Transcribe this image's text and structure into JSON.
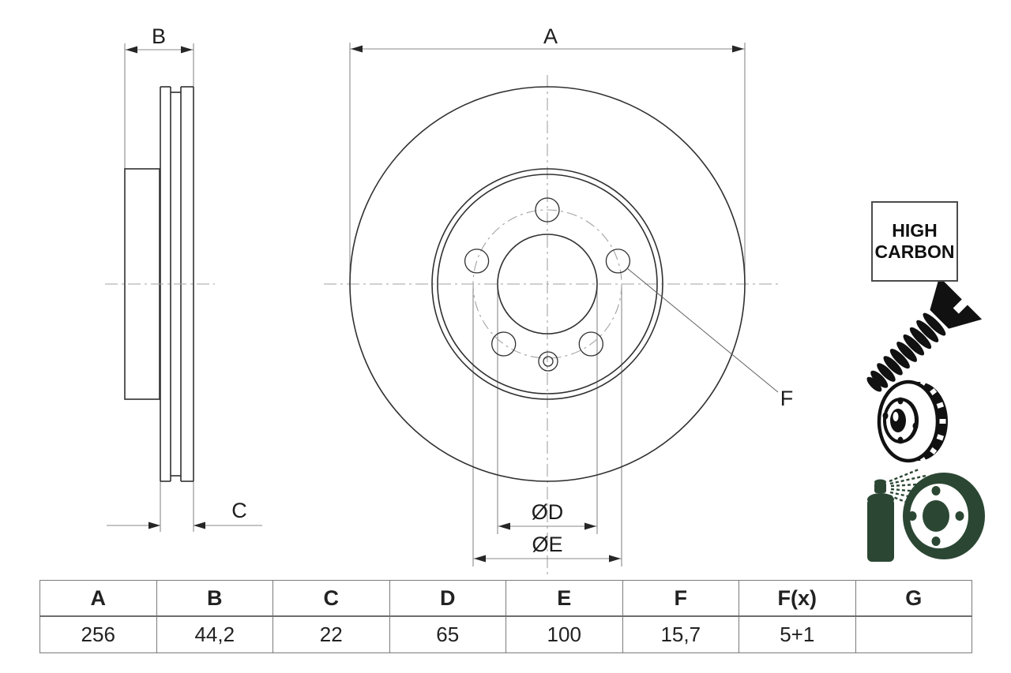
{
  "drawing": {
    "dimension_labels": {
      "a": "A",
      "b": "B",
      "c": "C",
      "d": "ØD",
      "e": "ØE",
      "f": "F"
    }
  },
  "badge": {
    "line1": "HIGH",
    "line2": "CARBON"
  },
  "icons": {
    "screw": "countersunk-screw-icon",
    "disc": "vented-brake-disc-icon",
    "spray": "coated-disc-spray-icon"
  },
  "spec_table": {
    "headers": [
      "A",
      "B",
      "C",
      "D",
      "E",
      "F",
      "F(x)",
      "G"
    ],
    "values": [
      "256",
      "44,2",
      "22",
      "65",
      "100",
      "15,7",
      "5+1",
      ""
    ]
  },
  "colors": {
    "outline_dark": "#303030",
    "dimension_gray": "#8a8a8a",
    "centerline_gray": "#a2a2a2",
    "icon_black": "#111111",
    "icon_green": "#2b4733"
  }
}
